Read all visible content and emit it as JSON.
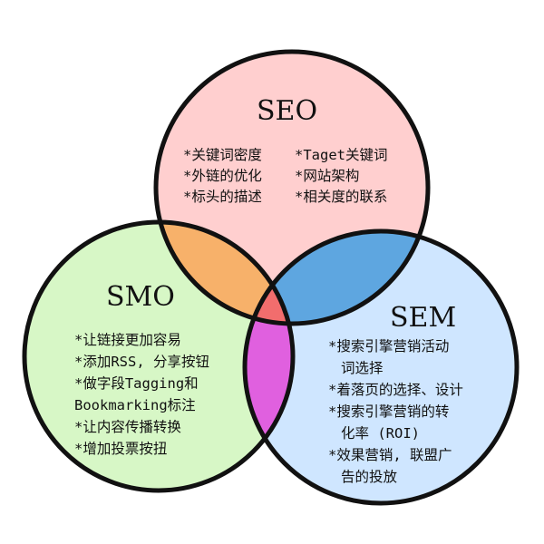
{
  "diagram": {
    "type": "venn-3",
    "circles": {
      "seo": {
        "title": "SEO",
        "fill": "#ffcfcf",
        "items": [
          "*关键词密度",
          "*外链的优化",
          "*标头的描述",
          "*Taget关键词",
          "*网站架构",
          "*相关度的联系"
        ]
      },
      "smo": {
        "title": "SMO",
        "fill": "#d7f7c6",
        "items": [
          "*让链接更加容易",
          "*添加RSS, 分享按钮",
          "*做字段Tagging和",
          "Bookmarking标注",
          "*让内容传播转换",
          "*增加投票按扭"
        ]
      },
      "sem": {
        "title": "SEM",
        "fill": "#cfe6ff",
        "items": [
          "*搜索引擎营销活动",
          "词选择",
          "*着落页的选择、设计",
          "*搜索引擎营销的转",
          "化率 (ROI)",
          "*效果营销, 联盟广",
          "告的投放"
        ]
      }
    },
    "overlaps": {
      "seo_smo": "#f7b16a",
      "seo_sem": "#5ea6e0",
      "smo_sem": "#e060df",
      "all": "#f26d6d"
    },
    "stroke": "#111111"
  }
}
